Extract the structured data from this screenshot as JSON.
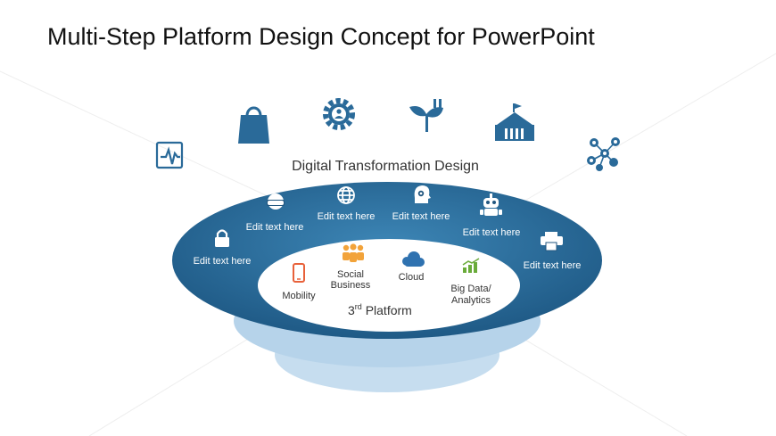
{
  "slide": {
    "title": "Multi-Step Platform Design Concept for PowerPoint",
    "arc_label": "Digital Transformation Design",
    "platform_label_base": "3",
    "platform_label_sup": "rd",
    "platform_label_rest": " Platform"
  },
  "top_icons": [
    {
      "name": "heartbeat-monitor-icon"
    },
    {
      "name": "shopping-bag-icon"
    },
    {
      "name": "gear-user-icon"
    },
    {
      "name": "plant-plug-icon"
    },
    {
      "name": "school-building-icon"
    },
    {
      "name": "network-nodes-icon"
    }
  ],
  "ring_items": [
    {
      "label": "Edit text here",
      "icon": "lock-icon"
    },
    {
      "label": "Edit text here",
      "icon": "vr-headset-icon"
    },
    {
      "label": "Edit text here",
      "icon": "globe-icon"
    },
    {
      "label": "Edit text here",
      "icon": "head-gear-icon"
    },
    {
      "label": "Edit text here",
      "icon": "robot-icon"
    },
    {
      "label": "Edit text here",
      "icon": "printer-icon"
    }
  ],
  "inner_items": [
    {
      "label": "Mobility",
      "icon": "mobile-phone-icon",
      "color": "#e8613a"
    },
    {
      "label_line1": "Social",
      "label_line2": "Business",
      "icon": "people-group-icon",
      "color": "#f2a33a"
    },
    {
      "label": "Cloud",
      "icon": "cloud-icon",
      "color": "#2f72b0"
    },
    {
      "label_line1": "Big Data/",
      "label_line2": "Analytics",
      "icon": "bar-chart-icon",
      "color": "#6aab3a"
    }
  ],
  "colors": {
    "icon_blue": "#2a6a99",
    "ring_dark": "#21567f",
    "ring_light": "#3d86b6",
    "base_light": "#c6ddef",
    "base_mid": "#a9cbe6"
  }
}
